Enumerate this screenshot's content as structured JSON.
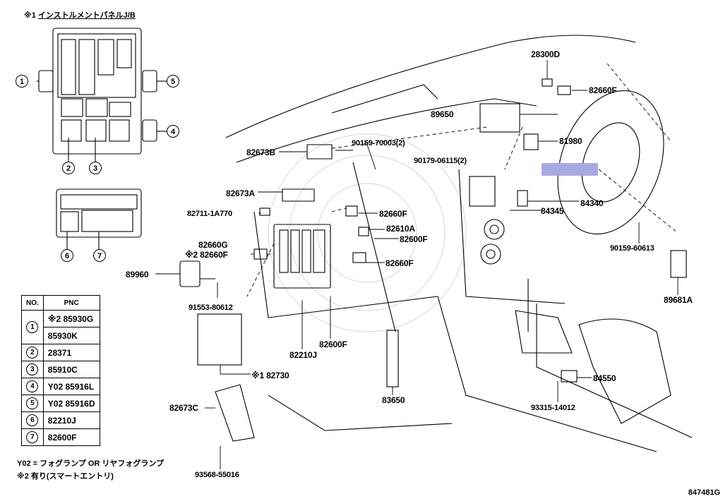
{
  "header": {
    "note_mark": "※1",
    "title": "インストルメントパネルJ/B"
  },
  "callouts": [
    "1",
    "2",
    "3",
    "4",
    "5",
    "6",
    "7"
  ],
  "part_labels": {
    "p28300D": "28300D",
    "p82660F_top": "82660F",
    "p89650": "89650",
    "p81980": "81980",
    "p90159_70003": "90159-70003(2)",
    "p90179_06115": "90179-06115(2)",
    "p82673B": "82673B",
    "p82673A": "82673A",
    "p82711": "82711-1A770",
    "p82660F_a": "82660F",
    "p82610A": "82610A",
    "p82600F_a": "82600F",
    "p82660G": "82660G",
    "p82660F_note": "※2 82660F",
    "p82660F_b": "82660F",
    "p84345": "84345",
    "p84340": "84340",
    "p90159_60613": "90159-60613",
    "p89681A": "89681A",
    "p89960": "89960",
    "p91553": "91553-80612",
    "p82210J": "82210J",
    "p82600F_b": "82600F",
    "p82730": "※1 82730",
    "p83650": "83650",
    "p84550": "84550",
    "p93315": "93315-14012",
    "p82673C": "82673C",
    "p93568": "93568-55016"
  },
  "pnc_table": {
    "headers": [
      "NO.",
      "PNC"
    ],
    "rows": [
      {
        "no": "1",
        "pnc": "※2 85930G"
      },
      {
        "no": "",
        "pnc": "85930K"
      },
      {
        "no": "2",
        "pnc": "28371"
      },
      {
        "no": "3",
        "pnc": "85910C"
      },
      {
        "no": "4",
        "pnc": "Y02 85916L"
      },
      {
        "no": "5",
        "pnc": "Y02 85916D"
      },
      {
        "no": "6",
        "pnc": "82210J"
      },
      {
        "no": "7",
        "pnc": "82600F"
      }
    ]
  },
  "footnotes": {
    "y02": "Y02 = フォグランプ OR リヤフォグランプ",
    "note2": "※2 有り(スマートエントリ)"
  },
  "drawing_code": "847481G"
}
